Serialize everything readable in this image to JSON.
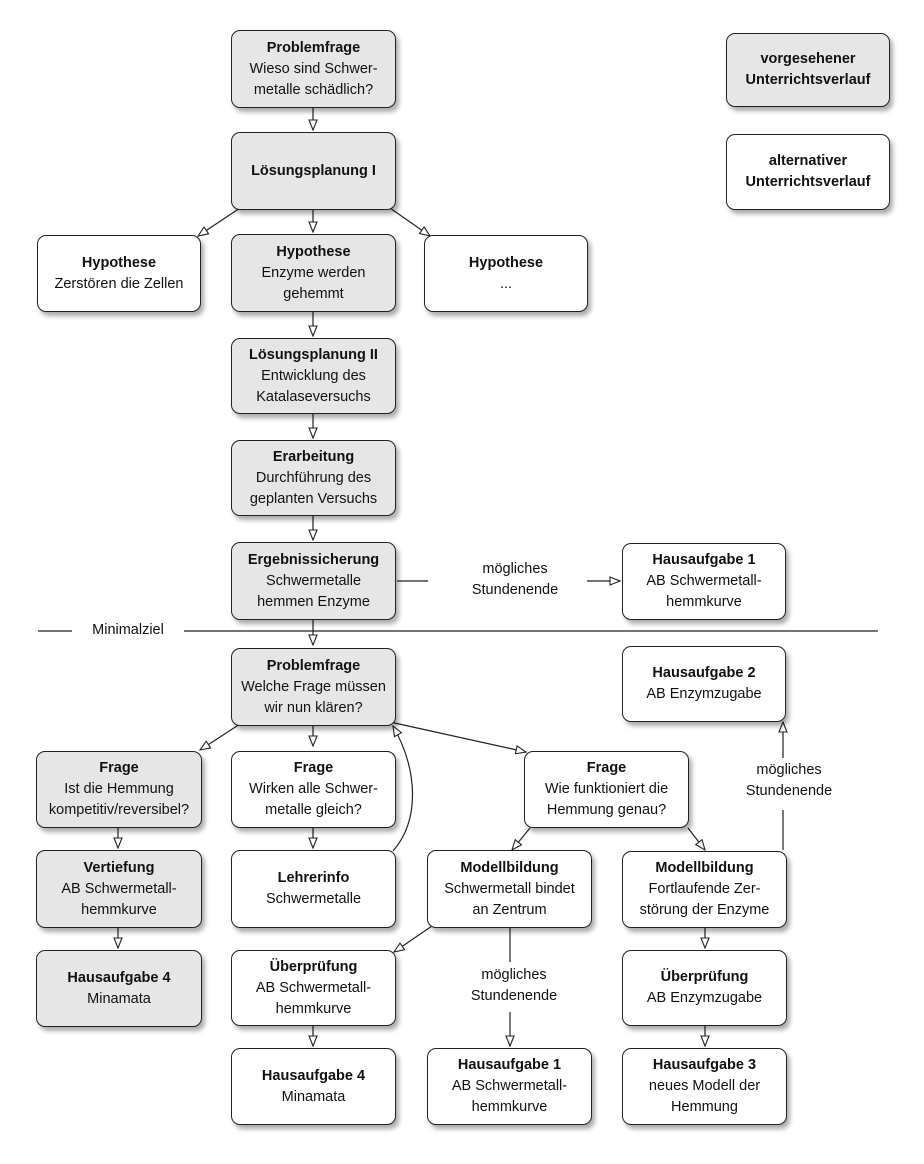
{
  "legend": {
    "primary": "vorgesehener Unterrichtsverlauf",
    "alternative": "alternativer Unterrichtsverlauf"
  },
  "nodes": {
    "problemfrage1": {
      "title": "Problemfrage",
      "lines": [
        "Wieso sind Schwer-",
        "metalle schädlich?"
      ]
    },
    "loesung1": {
      "title": "Lösungsplanung I",
      "lines": []
    },
    "hyp_zellen": {
      "title": "Hypothese",
      "lines": [
        "Zerstören die Zellen"
      ]
    },
    "hyp_enzyme": {
      "title": "Hypothese",
      "lines": [
        "Enzyme werden",
        "gehemmt"
      ]
    },
    "hyp_other": {
      "title": "Hypothese",
      "lines": [
        "..."
      ]
    },
    "loesung2": {
      "title": "Lösungsplanung II",
      "lines": [
        "Entwicklung des",
        "Katalaseversuchs"
      ]
    },
    "erarbeitung": {
      "title": "Erarbeitung",
      "lines": [
        "Durchführung des",
        "geplanten Versuchs"
      ]
    },
    "ergebnis": {
      "title": "Ergebnissicherung",
      "lines": [
        "Schwermetalle",
        "hemmen Enzyme"
      ]
    },
    "ha1_top": {
      "title": "Hausaufgabe 1",
      "lines": [
        "AB Schwermetall-",
        "hemmkurve"
      ]
    },
    "problemfrage2": {
      "title": "Problemfrage",
      "lines": [
        "Welche Frage müssen",
        "wir nun klären?"
      ]
    },
    "ha2": {
      "title": "Hausaufgabe 2",
      "lines": [
        "AB Enzymzugabe"
      ]
    },
    "frage_hemmung": {
      "title": "Frage",
      "lines": [
        "Ist die Hemmung",
        "kompetitiv/reversibel?"
      ]
    },
    "frage_gleich": {
      "title": "Frage",
      "lines": [
        "Wirken alle Schwer-",
        "metalle gleich?"
      ]
    },
    "frage_genau": {
      "title": "Frage",
      "lines": [
        "Wie funktioniert die",
        "Hemmung genau?"
      ]
    },
    "vertiefung": {
      "title": "Vertiefung",
      "lines": [
        "AB Schwermetall-",
        "hemmkurve"
      ]
    },
    "lehrerinfo": {
      "title": "Lehrerinfo",
      "lines": [
        "Schwermetalle"
      ]
    },
    "modell1": {
      "title": "Modellbildung",
      "lines": [
        "Schwermetall bindet",
        "an Zentrum"
      ]
    },
    "modell2": {
      "title": "Modellbildung",
      "lines": [
        "Fortlaufende Zer-",
        "störung der Enzyme"
      ]
    },
    "ha4_left": {
      "title": "Hausaufgabe 4",
      "lines": [
        "Minamata"
      ]
    },
    "pruefung1": {
      "title": "Überprüfung",
      "lines": [
        "AB Schwermetall-",
        "hemmkurve"
      ]
    },
    "pruefung2": {
      "title": "Überprüfung",
      "lines": [
        "AB Enzymzugabe"
      ]
    },
    "ha4_mid": {
      "title": "Hausaufgabe 4",
      "lines": [
        "Minamata"
      ]
    },
    "ha1_bottom": {
      "title": "Hausaufgabe 1",
      "lines": [
        "AB Schwermetall-",
        "hemmkurve"
      ]
    },
    "ha3": {
      "title": "Hausaufgabe 3",
      "lines": [
        "neues Modell der",
        "Hemmung"
      ]
    }
  },
  "edge_labels": {
    "stundenende_top": [
      "mögliches",
      "Stundenende"
    ],
    "stundenende_right": [
      "mögliches",
      "Stundenende"
    ],
    "stundenende_mid": [
      "mögliches",
      "Stundenende"
    ]
  },
  "minimalziel": "Minimalziel",
  "colors": {
    "primary_fill": "#e6e6e6",
    "alternative_fill": "#ffffff",
    "stroke": "#222222"
  }
}
